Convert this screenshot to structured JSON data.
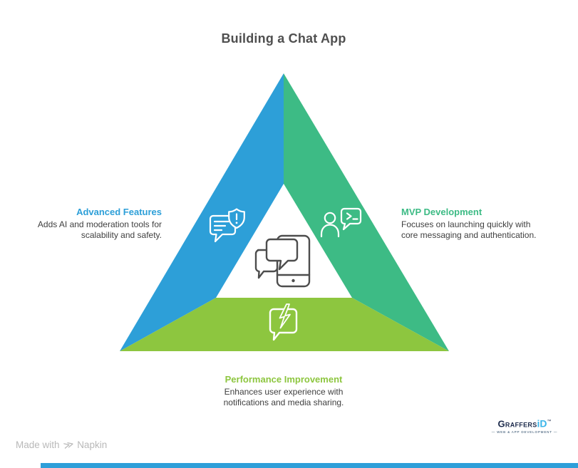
{
  "title": "Building a Chat App",
  "segments": [
    {
      "label": "Advanced Features",
      "desc_lines": [
        "Adds AI and moderation tools for",
        "scalability and safety."
      ],
      "color": "#2d9fd8",
      "icon": "chat-bubble-shield-icon"
    },
    {
      "label": "MVP Development",
      "desc_lines": [
        "Focuses on launching quickly with",
        "core messaging and authentication."
      ],
      "color": "#3dbb85",
      "icon": "person-chat-prompt-icon"
    },
    {
      "label": "Performance Improvement",
      "desc_lines": [
        "Enhances user experience with",
        "notifications and media sharing."
      ],
      "color": "#8dc63f",
      "icon": "broken-message-bolt-icon"
    }
  ],
  "center_icon": "phone-with-chat-bubbles-icon",
  "footer": {
    "made_with": "Made with",
    "napkin": "Napkin",
    "napkin_glyph": "≫"
  },
  "logo": {
    "brand_name": "Graffers",
    "brand_id": "iD",
    "tm": "™",
    "tagline": "— WEB & APP DEVELOPMENT —"
  },
  "colors": {
    "advanced_features_blue": "#2d9fd8",
    "mvp_green": "#3dbb85",
    "performance_olive": "#8dc63f",
    "title_text": "#4f4f4f",
    "body_text": "#3f3f3f",
    "watermark_gray": "#b9b9b9",
    "logo_navy": "#1d2b4c",
    "logo_cyan": "#3ab5e9",
    "bottom_bar_blue": "#2e9fd9",
    "center_icon_gray": "#4d4d4d"
  }
}
